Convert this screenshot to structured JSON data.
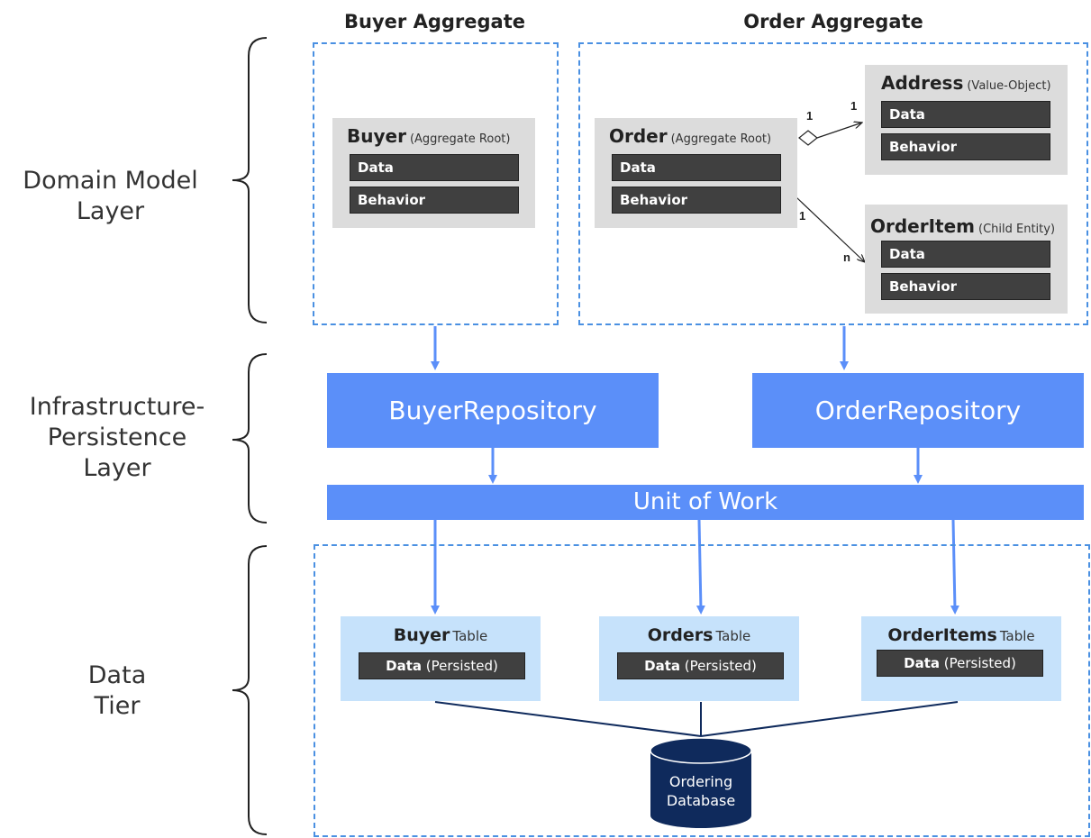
{
  "layers": {
    "domain": [
      "Domain Model",
      "Layer"
    ],
    "infra": [
      "Infrastructure-",
      "Persistence",
      "Layer"
    ],
    "data": [
      "Data",
      "Tier"
    ]
  },
  "aggregates": {
    "buyer_title": "Buyer Aggregate",
    "order_title": "Order Aggregate"
  },
  "entities": {
    "buyer": {
      "name": "Buyer",
      "kind": "(Aggregate Root)",
      "data": "Data",
      "behavior": "Behavior"
    },
    "order": {
      "name": "Order",
      "kind": "(Aggregate Root)",
      "data": "Data",
      "behavior": "Behavior"
    },
    "address": {
      "name": "Address",
      "kind": "(Value-Object)",
      "data": "Data",
      "behavior": "Behavior"
    },
    "orderitem": {
      "name": "OrderItem",
      "kind": "(Child Entity)",
      "data": "Data",
      "behavior": "Behavior"
    }
  },
  "multiplicity": {
    "order_address_from": "1",
    "order_address_to": "1",
    "order_item_from": "1",
    "order_item_to": "n"
  },
  "repositories": {
    "buyer": "BuyerRepository",
    "order": "OrderRepository"
  },
  "unit_of_work": "Unit of Work",
  "tables": {
    "buyer": {
      "name": "Buyer",
      "suffix": "Table",
      "data_bold": "Data",
      "data_rest": "(Persisted)"
    },
    "orders": {
      "name": "Orders",
      "suffix": "Table",
      "data_bold": "Data",
      "data_rest": "(Persisted)"
    },
    "orderitems": {
      "name": "OrderItems",
      "suffix": "Table",
      "data_bold": "Data",
      "data_rest": "(Persisted)"
    }
  },
  "database": [
    "Ordering",
    "Database"
  ],
  "colors": {
    "accent_blue": "#5b8ff9",
    "dashed_border": "#4a90e2",
    "table_fill": "#c6e2fb",
    "entity_fill": "#dcdcdc",
    "bar_fill": "#404040",
    "database_fill": "#0f2a5c"
  }
}
